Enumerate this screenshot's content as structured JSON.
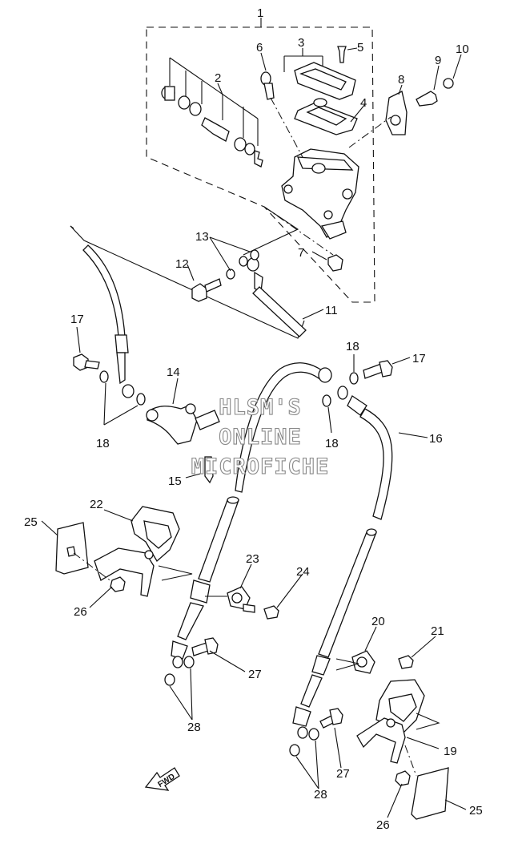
{
  "diagram": {
    "labels": {
      "p1": "1",
      "p2": "2",
      "p3": "3",
      "p4": "4",
      "p5": "5",
      "p6": "6",
      "p7": "7",
      "p8": "8",
      "p9": "9",
      "p10": "10",
      "p11": "11",
      "p12": "12",
      "p13": "13",
      "p14": "14",
      "p15": "15",
      "p16": "16",
      "p17a": "17",
      "p17b": "17",
      "p18a": "18",
      "p18b": "18",
      "p18c": "18",
      "p19": "19",
      "p20": "20",
      "p21": "21",
      "p22": "22",
      "p23": "23",
      "p24": "24",
      "p25a": "25",
      "p25b": "25",
      "p26a": "26",
      "p26b": "26",
      "p27a": "27",
      "p27b": "27",
      "p28a": "28",
      "p28b": "28"
    },
    "watermark": {
      "line1": "HLSM'S",
      "line2": "ONLINE",
      "line3": "MICROFICHE"
    },
    "fwd_label": "FWD"
  }
}
